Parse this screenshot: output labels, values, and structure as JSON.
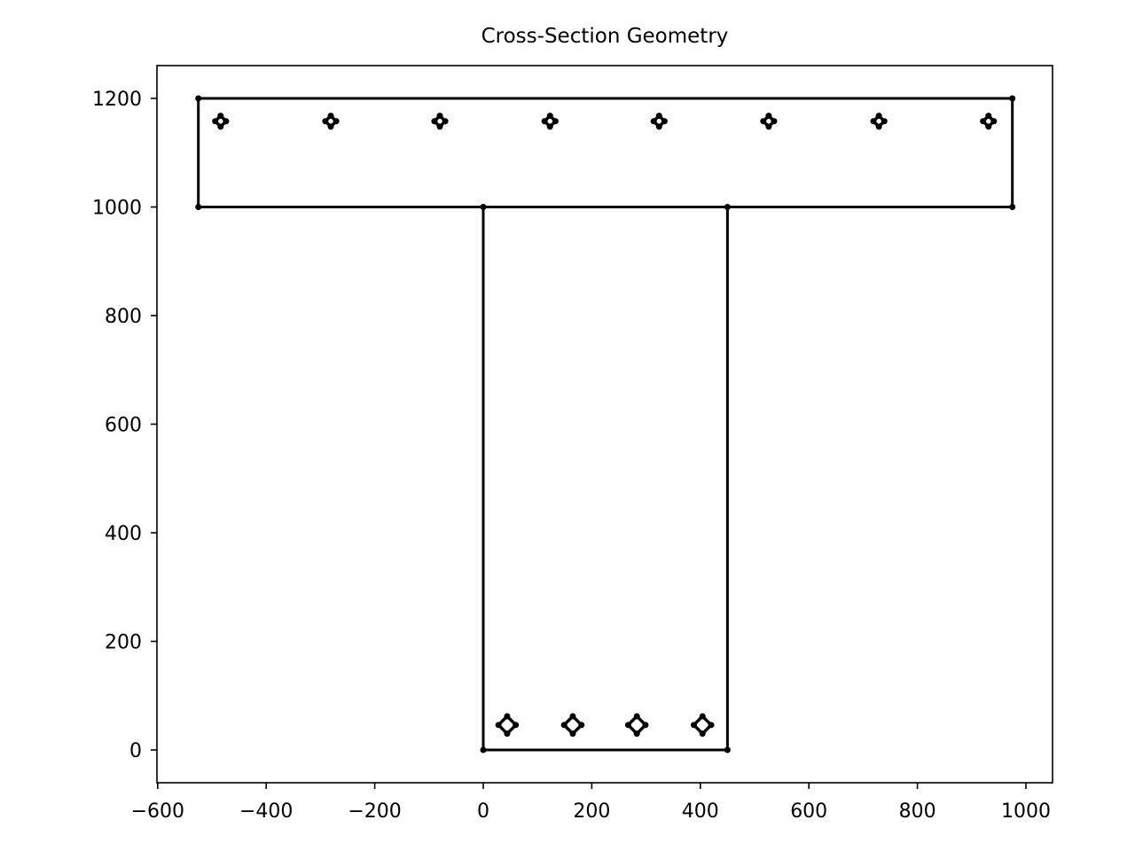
{
  "chart_data": {
    "type": "scatter",
    "title": "Cross-Section Geometry",
    "xlabel": "",
    "ylabel": "",
    "xlim": [
      -600,
      1050
    ],
    "ylim": [
      -60,
      1260
    ],
    "xticks": [
      -600,
      -400,
      -200,
      0,
      200,
      400,
      600,
      800,
      1000
    ],
    "xtick_labels": [
      "−600",
      "−400",
      "−200",
      "0",
      "200",
      "400",
      "600",
      "800",
      "1000"
    ],
    "yticks": [
      0,
      200,
      400,
      600,
      800,
      1000,
      1200
    ],
    "ytick_labels": [
      "0",
      "200",
      "400",
      "600",
      "800",
      "1000",
      "1200"
    ],
    "grid": false,
    "legend": null,
    "series": [
      {
        "name": "flange",
        "kind": "polygon",
        "points": [
          [
            -525,
            1000
          ],
          [
            975,
            1000
          ],
          [
            975,
            1200
          ],
          [
            -525,
            1200
          ]
        ]
      },
      {
        "name": "web",
        "kind": "polygon",
        "points": [
          [
            0,
            0
          ],
          [
            450,
            0
          ],
          [
            450,
            1000
          ],
          [
            0,
            1000
          ]
        ]
      },
      {
        "name": "top_reinforcement",
        "kind": "bar-diamonds",
        "size": 20,
        "y": 1158,
        "x": [
          -484,
          -281,
          -80,
          123,
          324,
          526,
          729,
          931
        ]
      },
      {
        "name": "bottom_reinforcement",
        "kind": "bar-diamonds",
        "size": 32,
        "y": 46,
        "x": [
          44,
          165,
          283,
          404
        ]
      }
    ]
  }
}
